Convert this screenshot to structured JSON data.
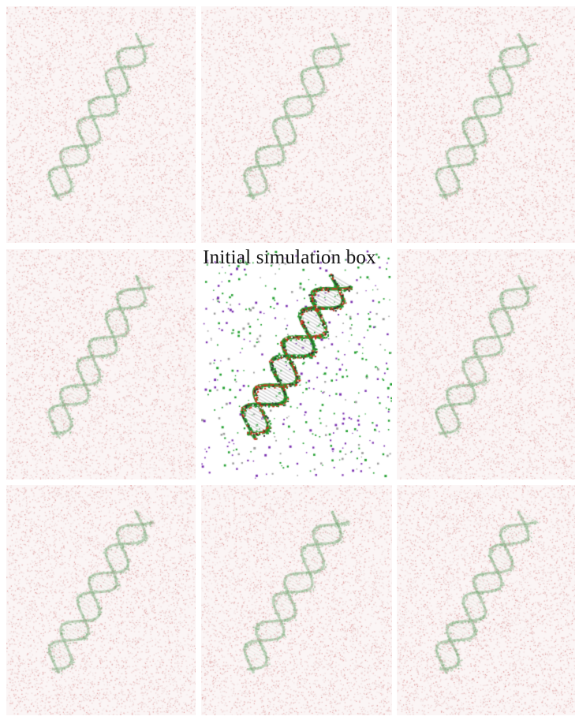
{
  "figure": {
    "center_label": "Initial simulation box",
    "grid": {
      "rows": 3,
      "cols": 3
    },
    "panels": [
      {
        "row": 0,
        "col": 0,
        "kind": "periodic-image",
        "content": "dna-double-helix"
      },
      {
        "row": 0,
        "col": 1,
        "kind": "periodic-image",
        "content": "dna-double-helix"
      },
      {
        "row": 0,
        "col": 2,
        "kind": "periodic-image",
        "content": "dna-double-helix"
      },
      {
        "row": 1,
        "col": 0,
        "kind": "periodic-image",
        "content": "dna-double-helix"
      },
      {
        "row": 1,
        "col": 1,
        "kind": "initial-box",
        "content": "dna-double-helix"
      },
      {
        "row": 1,
        "col": 2,
        "kind": "periodic-image",
        "content": "dna-double-helix"
      },
      {
        "row": 2,
        "col": 0,
        "kind": "periodic-image",
        "content": "dna-double-helix"
      },
      {
        "row": 2,
        "col": 1,
        "kind": "periodic-image",
        "content": "dna-double-helix"
      },
      {
        "row": 2,
        "col": 2,
        "kind": "periodic-image",
        "content": "dna-double-helix"
      }
    ]
  },
  "colors": {
    "background": "#ffffff",
    "water_faded": "#e4b9b9",
    "water_dots": "#d98c8c",
    "helix_faded": "#8fb98f",
    "helix_strand_green": "#1f9a2a",
    "helix_strand_red": "#d0311e",
    "helix_strand_dark": "#2b2b2b",
    "ion_purple": "#7a2fb0",
    "ion_green": "#22a030",
    "label_text": "#111111"
  }
}
